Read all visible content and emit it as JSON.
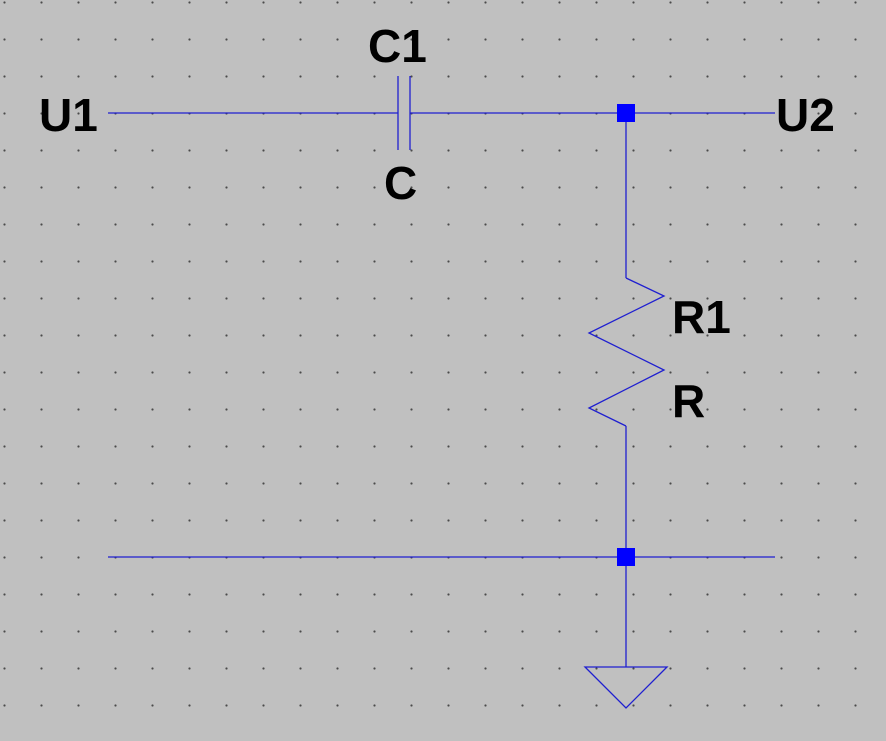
{
  "colors": {
    "background": "#c0c0c0",
    "wire": "#1f1fd0",
    "junction": "#0000ff",
    "text": "#000000",
    "grid_dot": "#4a4a4a"
  },
  "labels": {
    "input_port": "U1",
    "output_port": "U2",
    "capacitor_name": "C1",
    "capacitor_value": "C",
    "resistor_name": "R1",
    "resistor_value": "R"
  }
}
